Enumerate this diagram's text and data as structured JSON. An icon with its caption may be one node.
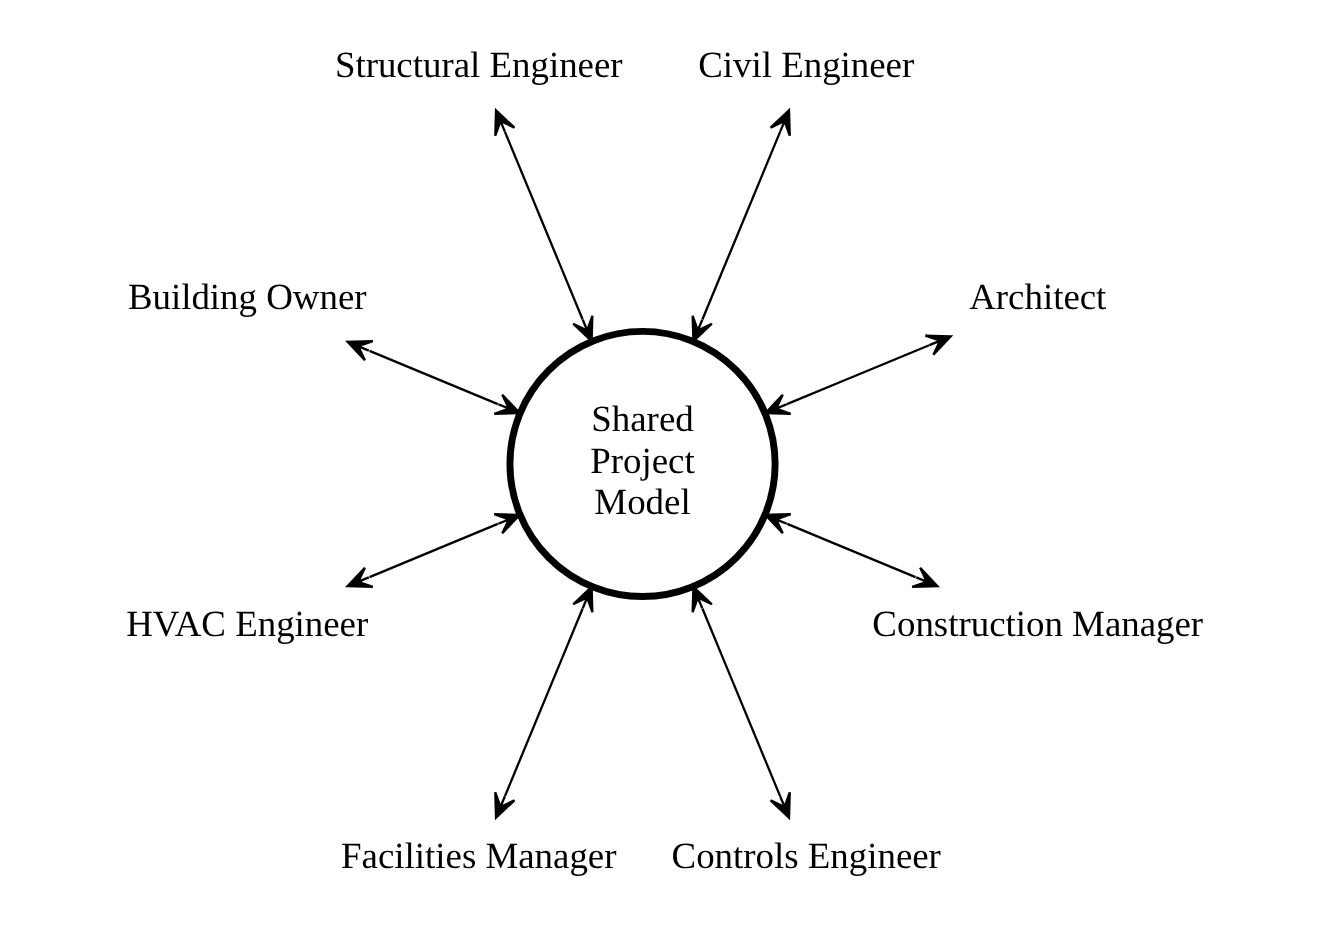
{
  "diagram": {
    "nodes": [
      {
        "text": [
          "Shared Project Model"
        ]
      },
      {
        "text": [
          "Architect"
        ]
      },
      {
        "text": [
          "Civil Engineer"
        ]
      },
      {
        "text": [
          "Structural Engineer"
        ]
      },
      {
        "text": [
          "Building Owner"
        ]
      },
      {
        "text": [
          "HVAC Engineer"
        ]
      },
      {
        "text": [
          "Facilities Manager"
        ]
      },
      {
        "text": [
          "Controls Engineer"
        ]
      },
      {
        "text": [
          "Construction Manager"
        ]
      }
    ],
    "edges": [
      {
        "from": 0,
        "to": 1,
        "arrow": "both"
      },
      {
        "from": 0,
        "to": 3,
        "arrow": "both"
      },
      {
        "from": 0,
        "to": 5,
        "arrow": "both"
      },
      {
        "from": 0,
        "to": 7,
        "arrow": "both"
      },
      {
        "from": 0,
        "to": 8,
        "arrow": "both"
      },
      {
        "from": 0,
        "to": 6,
        "arrow": "both"
      },
      {
        "from": 0,
        "to": 4,
        "arrow": "both"
      },
      {
        "from": 0,
        "to": 2,
        "arrow": "both"
      }
    ]
  }
}
